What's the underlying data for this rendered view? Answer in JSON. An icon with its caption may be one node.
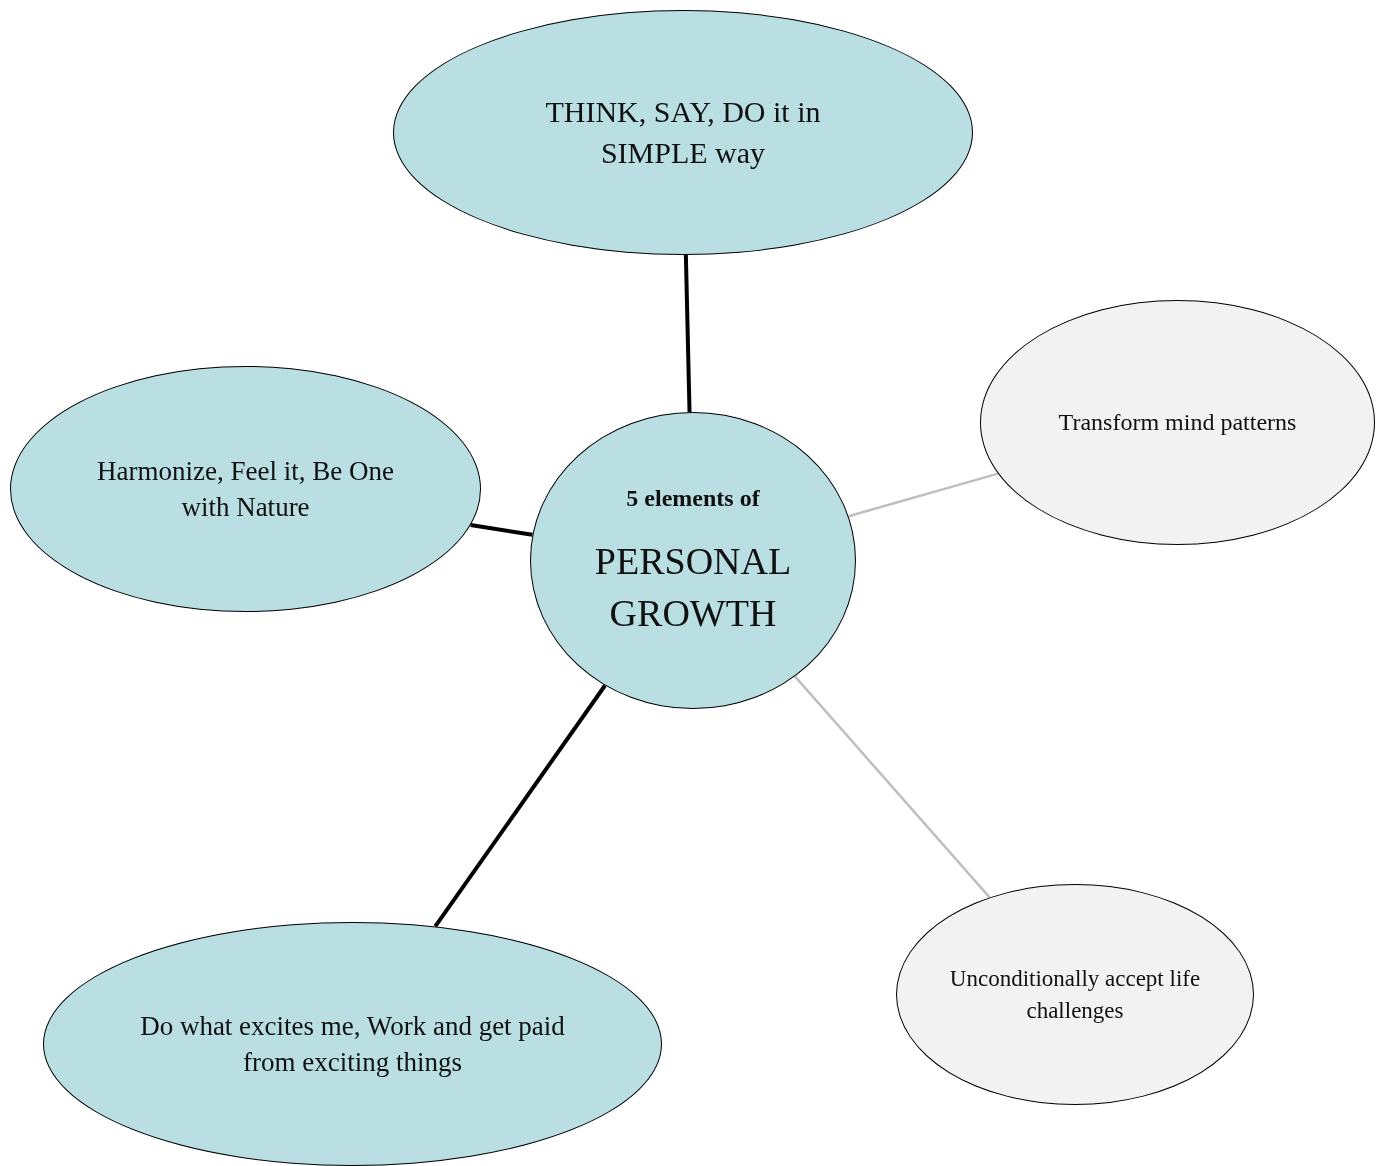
{
  "diagram": {
    "nodes": [
      {
        "text": [
          "5 elements of",
          "PERSONAL GROWTH"
        ]
      },
      {
        "text": [
          "THINK, SAY, DO it in SIMPLE way"
        ]
      },
      {
        "text": [
          "Transform mind patterns"
        ]
      },
      {
        "text": [
          "Harmonize, Feel it, Be One with Nature"
        ]
      },
      {
        "text": [
          "Do what excites me, Work and get paid from exciting things"
        ]
      },
      {
        "text": [
          "Unconditionally accept life challenges"
        ]
      }
    ],
    "edges": [
      {
        "from": 0,
        "to": 1,
        "arrow": "none"
      },
      {
        "from": 0,
        "to": 2,
        "arrow": "none",
        "color": "#bfbfbf"
      },
      {
        "from": 0,
        "to": 3,
        "arrow": "none"
      },
      {
        "from": 0,
        "to": 4,
        "arrow": "none"
      },
      {
        "from": 0,
        "to": 5,
        "arrow": "none",
        "color": "#bfbfbf"
      }
    ]
  }
}
